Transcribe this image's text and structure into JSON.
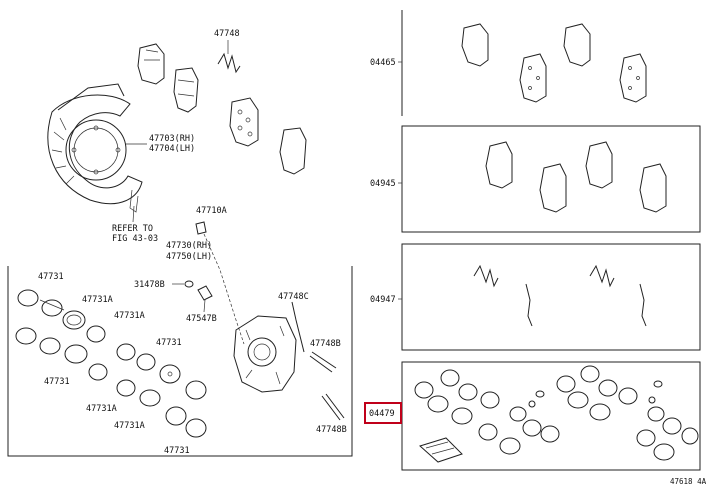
{
  "labels": {
    "spring_top": "47748",
    "shield_rh": "47703(RH)",
    "shield_lh": "47704(LH)",
    "refer_to": "REFER TO",
    "fig": "FIG 43-03",
    "bleeder": "47710A",
    "caliper_rh": "47730(RH)",
    "caliper_lh": "47750(LH)",
    "plug": "31478B",
    "pin_boot": "47547B",
    "clip_c": "47748C",
    "clip_b": "47748B",
    "clip_b2": "47748B",
    "seal_1": "47731",
    "seal_2": "47731A",
    "seal_3": "47731A",
    "seal_4": "47731",
    "seal_5": "47731",
    "seal_6": "47731A",
    "seal_7": "47731A",
    "seal_8": "47731",
    "kit_pads": "04465",
    "kit_shims": "04945",
    "kit_fitting": "04947",
    "kit_seal": "04479",
    "diagram_id": "47618 4A"
  },
  "colors": {
    "highlight": "#c0001a",
    "line": "#222222"
  }
}
